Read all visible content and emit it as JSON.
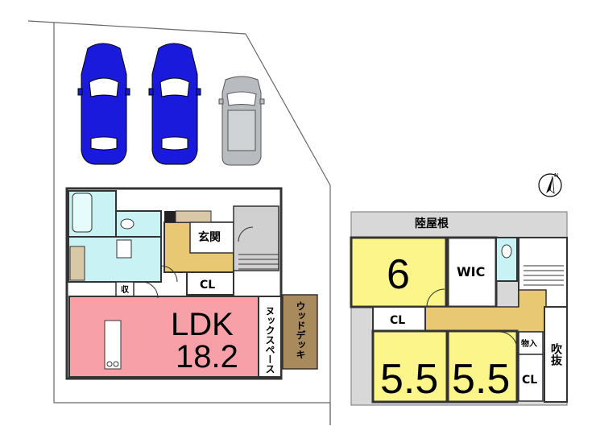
{
  "colors": {
    "ldk": "#f7a0a8",
    "wet_area": "#c8f2f4",
    "entrance": "#e8c872",
    "bedroom": "#fbf58a",
    "hall": "#e8c872",
    "deck": "#a88a5c",
    "car_blue": "#1a1adc",
    "car_grey": "#b8bcc0",
    "roof": "#d8d8d8",
    "wall": "#333333"
  },
  "ground_floor": {
    "ldk_label": "LDK",
    "ldk_size": "18.2",
    "entrance_label": "玄関",
    "closet_label": "CL",
    "storage_label": "収",
    "nook_label": "ヌックスペース",
    "deck_label": "ウッドデッキ"
  },
  "upper_floor": {
    "roof_label": "陸屋根",
    "bedroom_1_size": "6",
    "bedroom_2_size": "5.5",
    "bedroom_3_size": "5.5",
    "wic_label": "WIC",
    "closet_1_label": "CL",
    "closet_2_label": "CL",
    "storage_label": "物入",
    "void_label": "吹抜"
  },
  "icons": {
    "compass": "north-arrow-icon",
    "cars": [
      "car-icon",
      "car-icon",
      "car-icon"
    ]
  }
}
